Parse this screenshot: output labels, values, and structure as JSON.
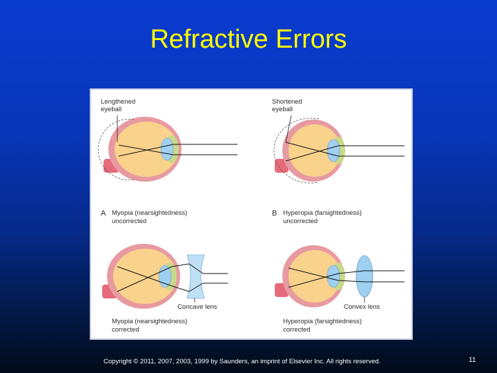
{
  "slide": {
    "title": "Refractive Errors",
    "footer": "Copyright © 2011, 2007, 2003, 1999 by Saunders, an imprint of Elsevier Inc. All rights reserved.",
    "page_number": "11"
  },
  "diagram": {
    "panel_a": {
      "pointer_label_line1": "Lengthened",
      "pointer_label_line2": "eyeball",
      "letter": "A",
      "caption_line1": "Myopia (nearsightedness)",
      "caption_line2": "uncorrected"
    },
    "panel_b": {
      "pointer_label_line1": "Shortened",
      "pointer_label_line2": "eyeball",
      "letter": "B",
      "caption_line1": "Hyperopia (farsightedness)",
      "caption_line2": "uncorrected"
    },
    "panel_c": {
      "lens_label": "Concave lens",
      "caption_line1": "Myopia (nearsightedness)",
      "caption_line2": "corrected"
    },
    "panel_d": {
      "lens_label": "Convex lens",
      "caption_line1": "Hyperopia (farsightedness)",
      "caption_line2": "corrected"
    },
    "colors": {
      "sclera": "#e79aa0",
      "vitreous": "#f9d28c",
      "lens": "#9fd0f2",
      "iris": "#c9d98a",
      "optic_nerve": "#e56a7a",
      "light_ray": "#111111"
    }
  }
}
